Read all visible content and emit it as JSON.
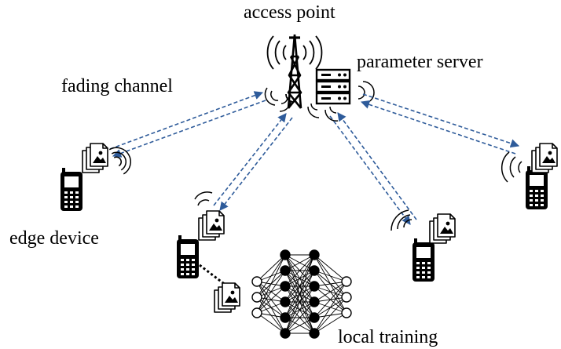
{
  "labels": {
    "access_point": "access point",
    "parameter_server": "parameter server",
    "fading_channel": "fading channel",
    "edge_device": "edge device",
    "local_training": "local training"
  },
  "icons": {
    "tower": "cell-tower-icon",
    "server": "server-rack-icon",
    "phone": "mobile-phone-icon",
    "data": "image-data-stack-icon",
    "network": "neural-network-icon"
  },
  "colors": {
    "link": "#2e5b9a",
    "ink": "#000000",
    "paper": "#ffffff"
  }
}
